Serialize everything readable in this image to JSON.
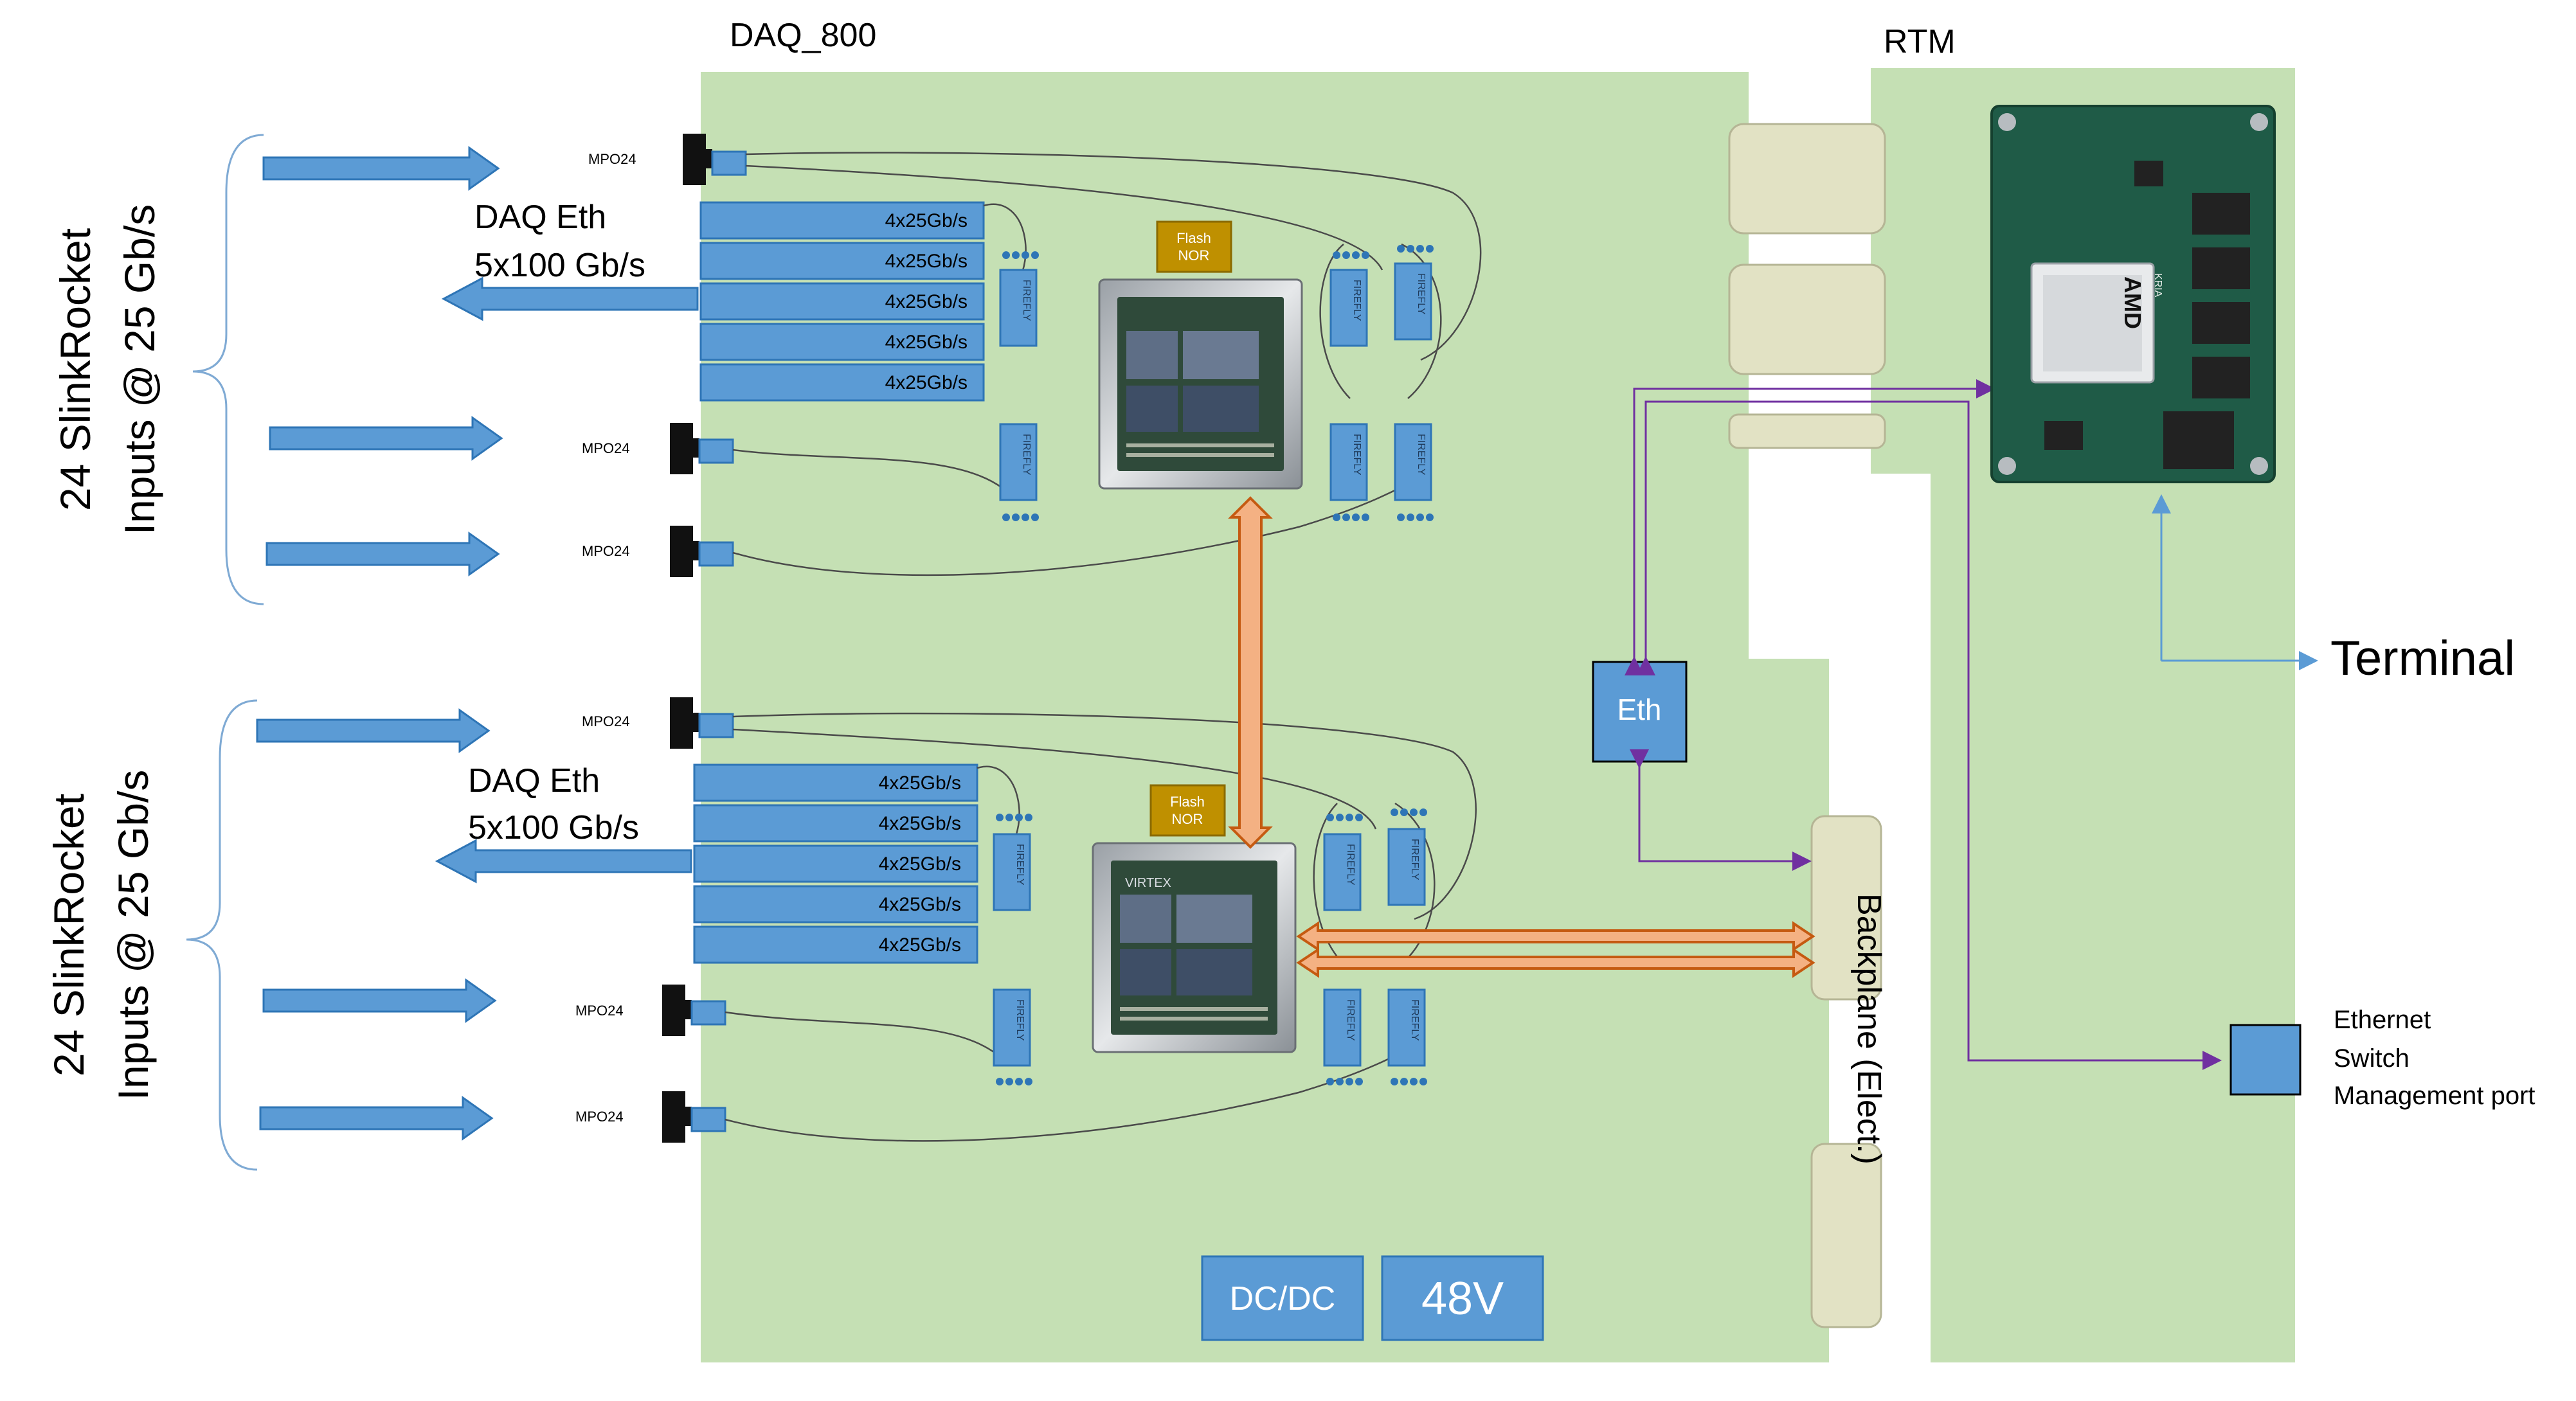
{
  "titles": {
    "daq": "DAQ_800",
    "rtm": "RTM"
  },
  "inputs_label": {
    "line1": "24 SlinkRocket",
    "line2": "Inputs @ 25 Gb/s"
  },
  "daq_eth": {
    "line1": "DAQ Eth",
    "line2": "5x100 Gb/s"
  },
  "mpo_label": "MPO24",
  "lane_label": "4x25Gb/s",
  "firefly_label": "FIREFLY",
  "flash": {
    "line1": "Flash",
    "line2": "NOR"
  },
  "eth_block": "Eth",
  "backplane": "Backplane (Elect.)",
  "dcdc": "DC/DC",
  "v48": "48V",
  "terminal": "Terminal",
  "switch_port": {
    "line1": "Ethernet",
    "line2": "Switch",
    "line3": "Management port"
  },
  "som": {
    "brand": "AMD",
    "model": "KRIA"
  },
  "fpga_brand": "VIRTEX",
  "colors": {
    "board": "#c5e0b4",
    "block_blue": "#5b9bd5",
    "block_stroke": "#2e75b6",
    "flash": "#bf9000",
    "connector_pad": "#e2e2c4",
    "link_orange": "#f4b183",
    "link_stroke": "#c55a11",
    "purple": "#7030a0",
    "dark_text": "#000000"
  }
}
